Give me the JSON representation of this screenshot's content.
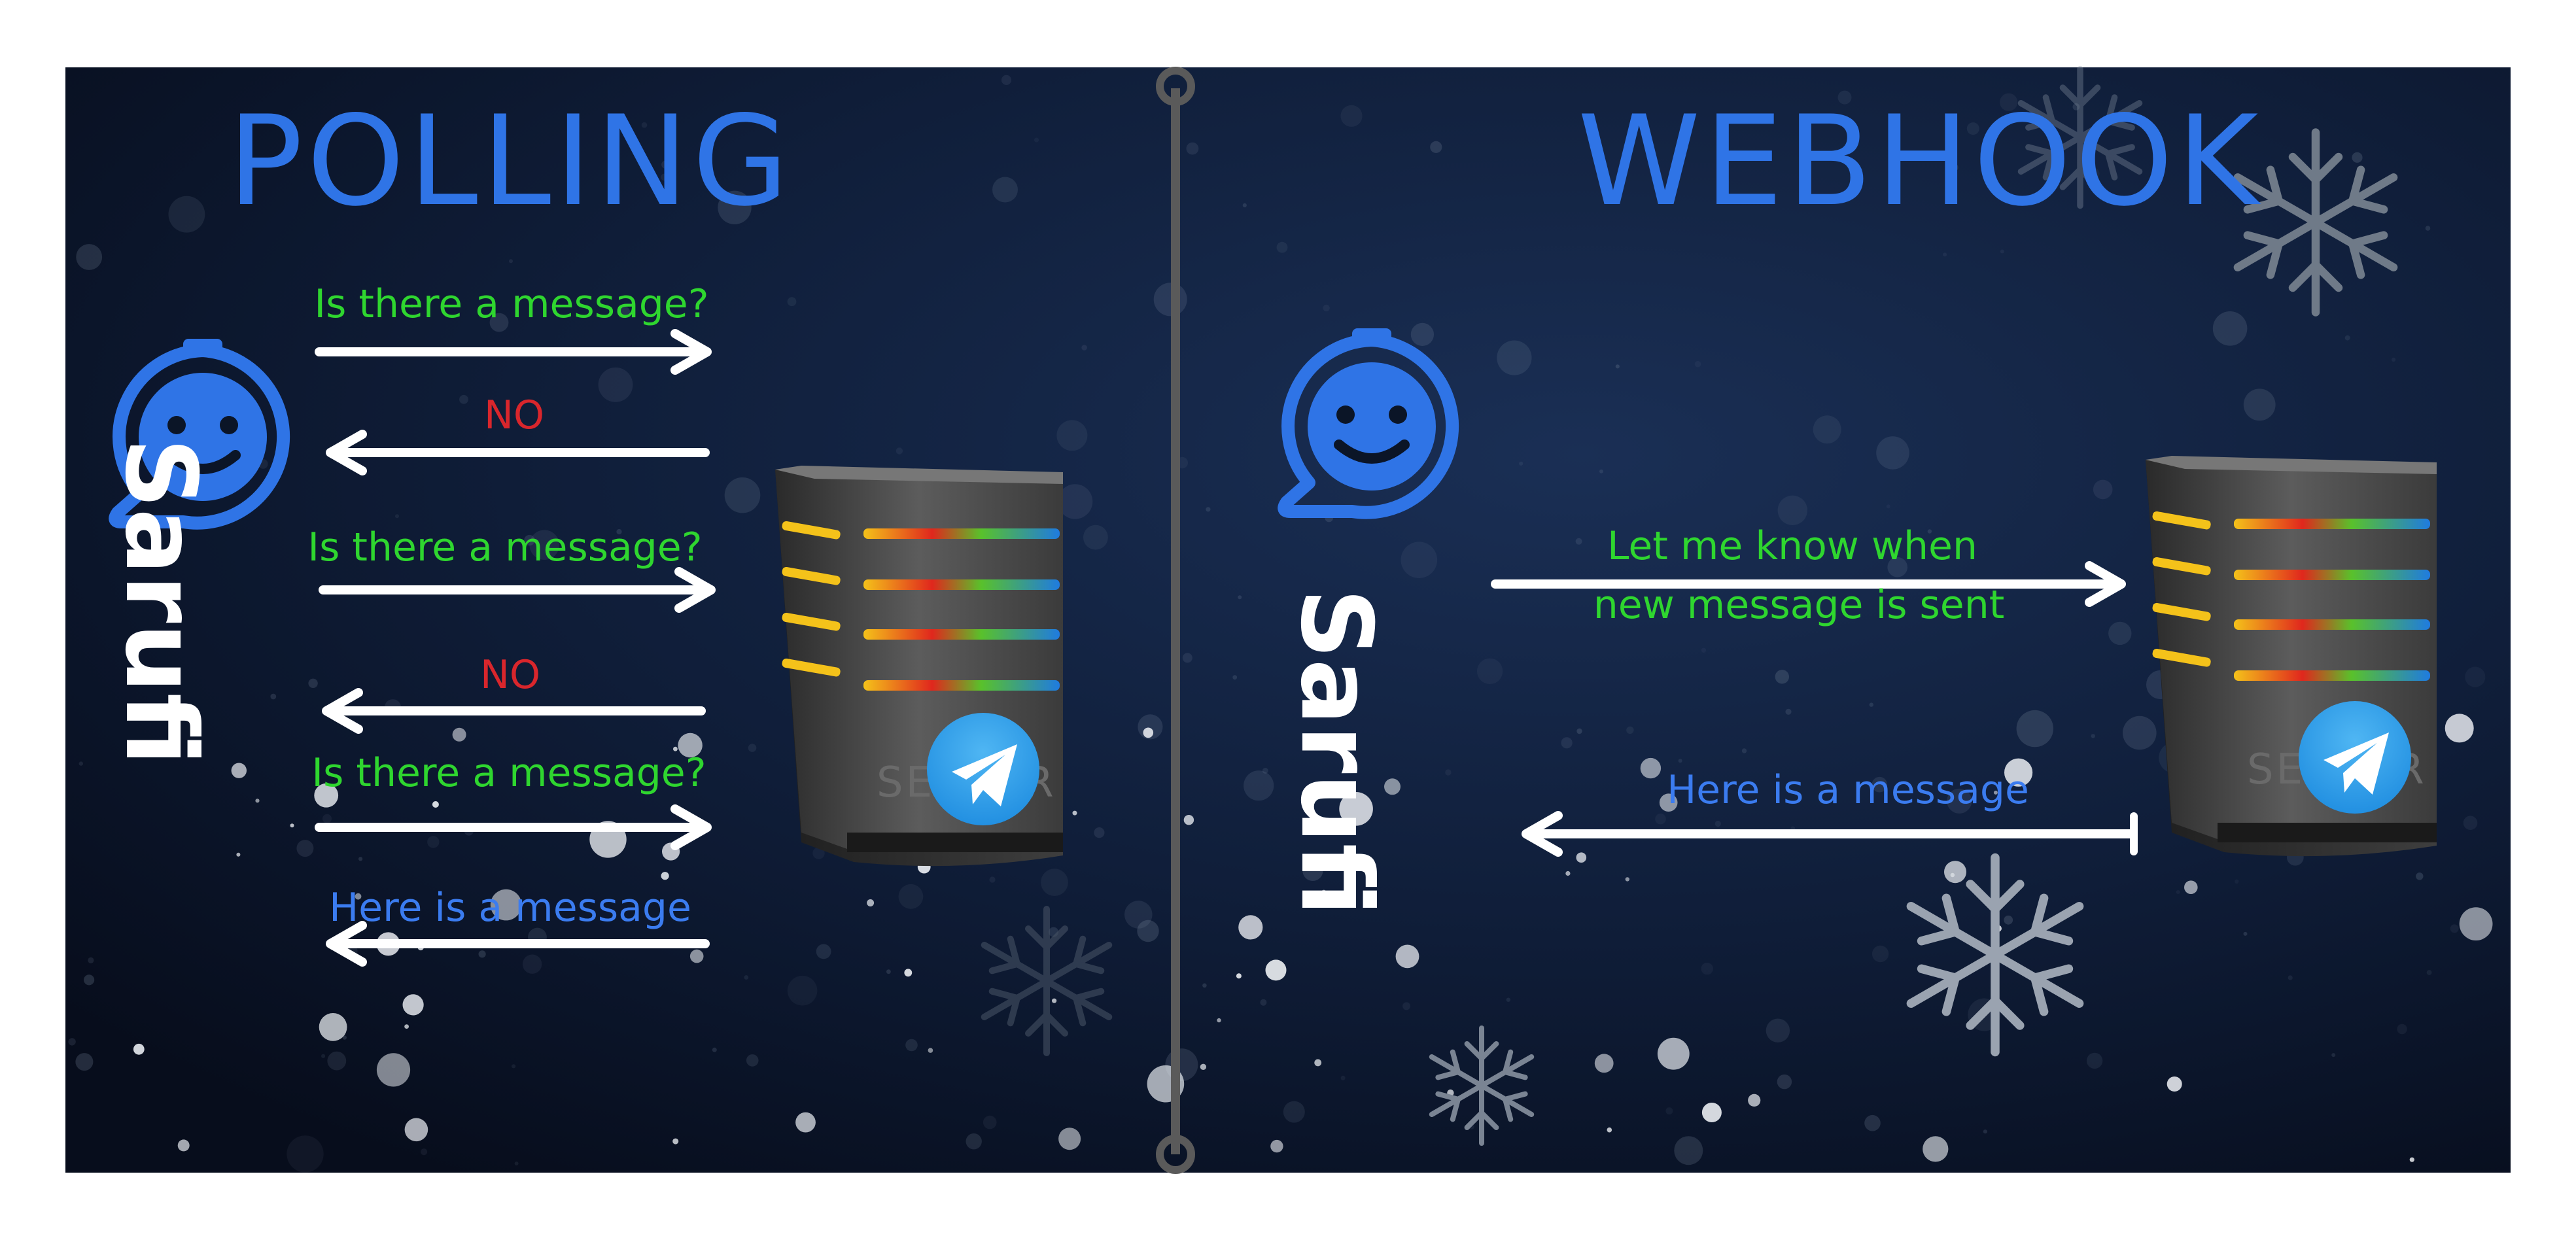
{
  "polling": {
    "title": "POLLING",
    "brand": "Sarufi",
    "server_label": "SERVER",
    "messages": [
      {
        "text": "Is there a message?",
        "direction": "to-server",
        "color": "#2fd62f"
      },
      {
        "text": "NO",
        "direction": "to-client",
        "color": "#d9262c"
      },
      {
        "text": "Is there a message?",
        "direction": "to-server",
        "color": "#2fd62f"
      },
      {
        "text": "NO",
        "direction": "to-client",
        "color": "#d9262c"
      },
      {
        "text": "Is there a message?",
        "direction": "to-server",
        "color": "#2fd62f"
      },
      {
        "text": "Here is a message",
        "direction": "to-client",
        "color": "#3b7cf0"
      }
    ]
  },
  "webhook": {
    "title": "WEBHOOK",
    "brand": "Sarufi",
    "server_label": "SERVER",
    "messages": [
      {
        "text_line1": "Let me know when",
        "text_line2": "new message is sent",
        "direction": "to-server",
        "color": "#2fd62f"
      },
      {
        "text": "Here is a message",
        "direction": "to-client",
        "color": "#3b7cf0"
      }
    ]
  },
  "icons": {
    "client": "smiley-chat-bubble-icon",
    "server": "server-tower-icon",
    "telegram": "telegram-paper-plane-icon",
    "decoration": "snowflake-icon"
  },
  "colors": {
    "background_dark": "#0b1527",
    "background_mid": "#15284a",
    "accent_blue": "#2f74e6",
    "divider": "#555555"
  }
}
